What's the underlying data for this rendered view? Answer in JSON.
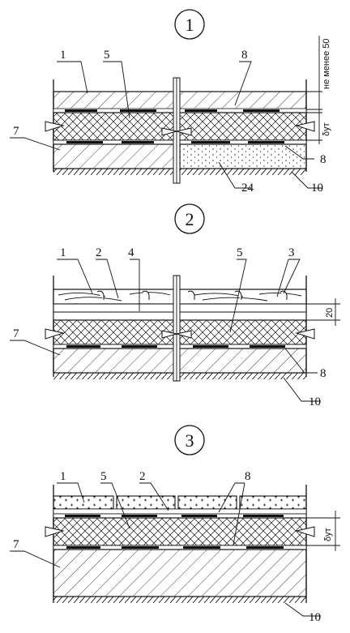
{
  "sections": [
    {
      "number": "1",
      "dim_top": "не менее 50",
      "dim_mid": "δут",
      "labels": [
        "1",
        "5",
        "8",
        "7",
        "8",
        "24",
        "10"
      ]
    },
    {
      "number": "2",
      "dim_mid": "20",
      "labels": [
        "1",
        "2",
        "4",
        "5",
        "3",
        "7",
        "8",
        "10"
      ]
    },
    {
      "number": "3",
      "dim_mid": "δут",
      "labels": [
        "1",
        "5",
        "2",
        "8",
        "7",
        "10"
      ]
    }
  ]
}
